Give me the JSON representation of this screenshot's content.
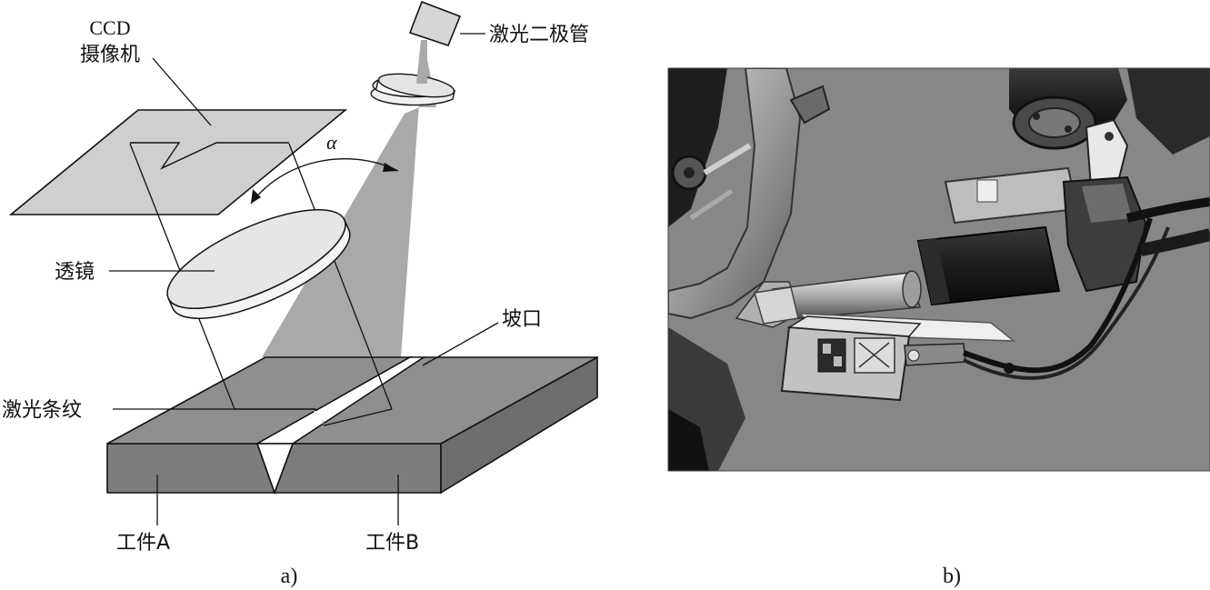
{
  "diagram_a": {
    "labels": {
      "ccd_line1": "CCD",
      "ccd_line2": "摄像机",
      "laser_diode": "激光二极管",
      "alpha": "α",
      "lens": "透镜",
      "groove": "坡口",
      "laser_stripe": "激光条纹",
      "workpiece_a": "工件A",
      "workpiece_b": "工件B"
    },
    "caption": "a)"
  },
  "photo_b": {
    "caption": "b)"
  },
  "colors": {
    "line": "#111111",
    "workpiece_top": "#8f8f8f",
    "workpiece_front": "#7a7a7a",
    "workpiece_side": "#6a6a6a",
    "beam": "#a9a9a9",
    "ccd_plane": "#cfcfcf",
    "lens_face": "#e6e6e6",
    "photo_background": "#8d8d8d"
  }
}
